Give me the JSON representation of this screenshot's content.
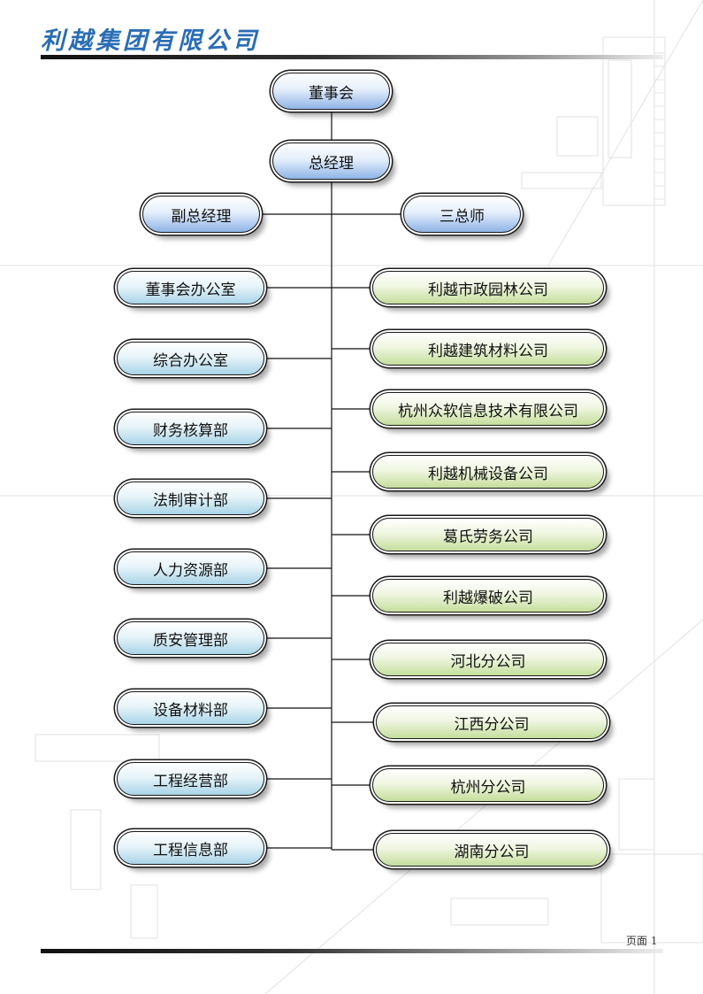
{
  "header": {
    "company": "利越集团有限公司"
  },
  "footer": {
    "page_label": "页面 1"
  },
  "org": {
    "board": "董事会",
    "gm": "总经理",
    "deputy_gm": "副总经理",
    "chief_engineers": "三总师",
    "departments": [
      "董事会办公室",
      "综合办公室",
      "财务核算部",
      "法制审计部",
      "人力资源部",
      "质安管理部",
      "设备材料部",
      "工程经营部",
      "工程信息部"
    ],
    "subsidiaries": [
      "利越市政园林公司",
      "利越建筑材料公司",
      "杭州众软信息技术有限公司",
      "利越机械设备公司",
      "葛氏劳务公司",
      "利越爆破公司",
      "河北分公司",
      "江西分公司",
      "杭州分公司",
      "湖南分公司"
    ]
  }
}
